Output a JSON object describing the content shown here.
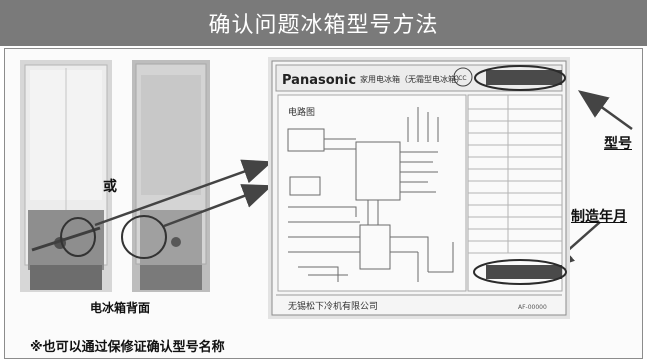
{
  "header": {
    "title": "确认问题冰箱型号方法"
  },
  "photos": {
    "or_label": "或",
    "back_caption": "电冰箱背面"
  },
  "label_plate": {
    "brand": "Panasonic",
    "product_name": "家用电冰箱（无霜型电冰箱）",
    "cert_mark": "CCC",
    "diagram_title": "电路图",
    "manufacturer": "无锡松下冷机有限公司",
    "code": "AF-00000"
  },
  "callouts": {
    "model": "型号",
    "manufacture_date": "制造年月"
  },
  "footnote": "※也可以通过保修证确认型号名称"
}
